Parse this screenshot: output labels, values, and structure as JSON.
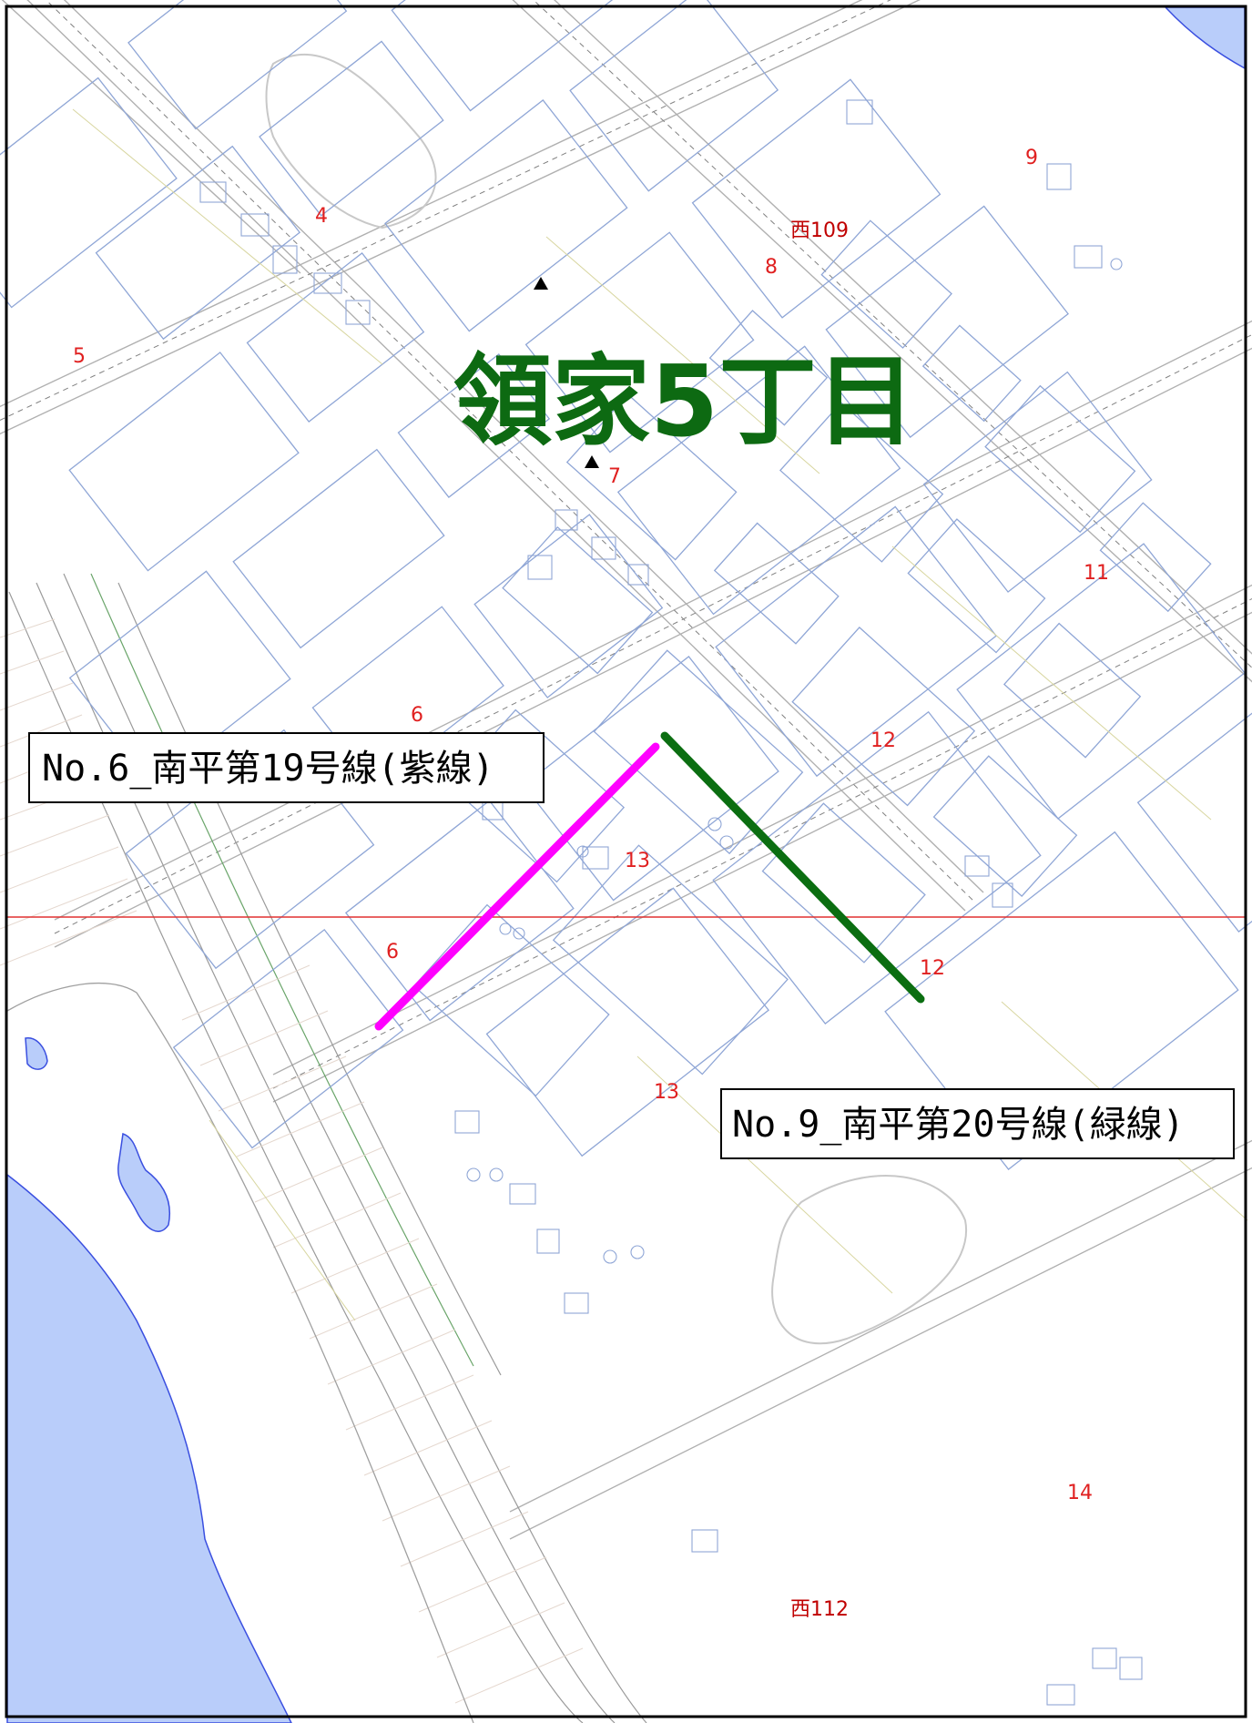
{
  "map": {
    "area_title": "領家5丁目",
    "block_numbers": {
      "b4": "4",
      "b5": "5",
      "b6a": "6",
      "b6b": "6",
      "b7": "7",
      "b8": "8",
      "b9": "9",
      "b11": "11",
      "b12a": "12",
      "b12b": "12",
      "b13a": "13",
      "b13b": "13",
      "b14": "14"
    },
    "west_labels": {
      "w109": "西109",
      "w112": "西112"
    },
    "routes": [
      {
        "id": "route6",
        "label": "No.6_南平第19号線(紫線)",
        "color": "#ff00ff"
      },
      {
        "id": "route9",
        "label": "No.9_南平第20号線(緑線)",
        "color": "#0b6e11"
      }
    ],
    "colors": {
      "water": "#b9cdfa",
      "parcel_outline": "#8fa6d6",
      "road_outline": "#b0b0b0",
      "guide_line": "#e03030",
      "title": "#0d6a12"
    }
  }
}
